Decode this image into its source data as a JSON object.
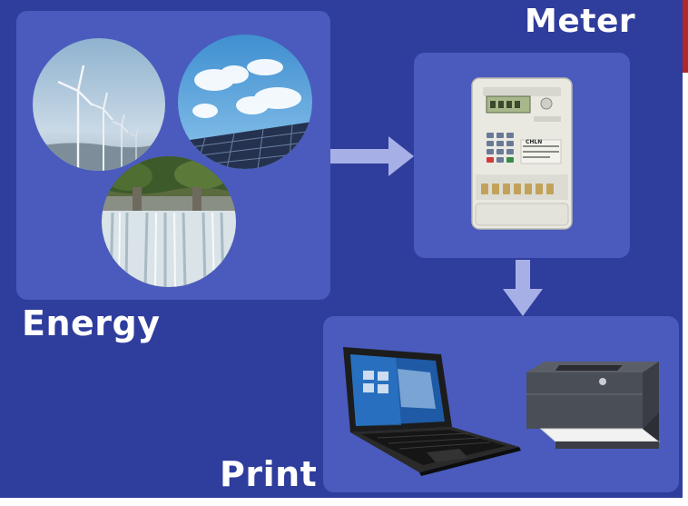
{
  "labels": {
    "energy": "Energy",
    "meter": "Meter",
    "print": "Print"
  },
  "meter_device": {
    "keypad_brand": "CHLN"
  },
  "colors": {
    "background": "#2f3d9c",
    "panel": "#4a5bbd",
    "arrow": "#a7b0e6",
    "label_text": "#ffffff",
    "edge_stripe": "#b3262a"
  },
  "icons": {
    "energy_images": [
      "wind-turbines-photo",
      "solar-panel-photo",
      "hydro-dam-photo"
    ],
    "meter_image": "prepaid-electricity-meter-photo",
    "print_images": [
      "laptop-photo",
      "laser-printer-photo"
    ],
    "arrows": [
      "arrow-right-icon",
      "arrow-down-icon"
    ]
  }
}
